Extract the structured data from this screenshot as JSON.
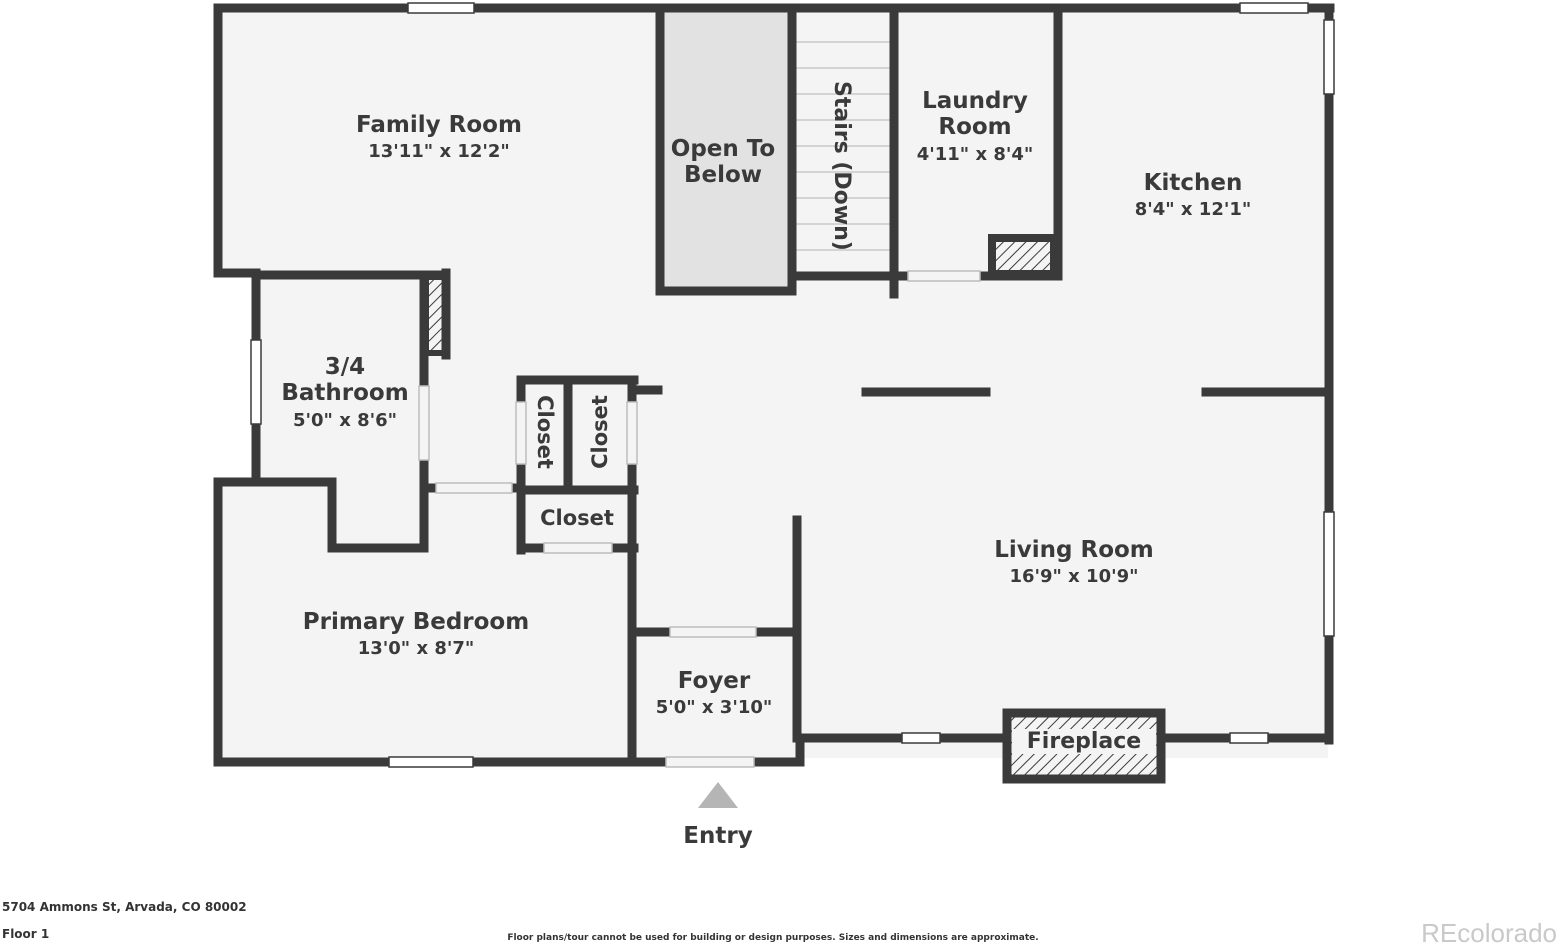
{
  "rooms": {
    "family_room": {
      "name": "Family Room",
      "dims": "13'11\" x 12'2\""
    },
    "open_to_below": {
      "name": "Open To Below"
    },
    "stairs": {
      "name": "Stairs (Down)"
    },
    "laundry_room": {
      "name": "Laundry Room",
      "dims": "4'11\" x 8'4\""
    },
    "kitchen": {
      "name": "Kitchen",
      "dims": "8'4\" x 12'1\""
    },
    "bathroom": {
      "name": "3/4 Bathroom",
      "dims": "5'0\" x 8'6\""
    },
    "closet_1": {
      "name": "Closet"
    },
    "closet_2": {
      "name": "Closet"
    },
    "closet_3": {
      "name": "Closet"
    },
    "living_room": {
      "name": "Living Room",
      "dims": "16'9\" x 10'9\""
    },
    "primary_bedroom": {
      "name": "Primary Bedroom",
      "dims": "13'0\" x 8'7\""
    },
    "foyer": {
      "name": "Foyer",
      "dims": "5'0\" x 3'10\""
    },
    "fireplace": {
      "name": "Fireplace"
    }
  },
  "entry": {
    "label": "Entry"
  },
  "footer": {
    "address": "5704 Ammons St, Arvada, CO 80002",
    "floor": "Floor 1",
    "disclaimer": "Floor plans/tour cannot be used for building or design purposes. Sizes and dimensions are approximate.",
    "brand": "REcolorado"
  },
  "colors": {
    "wall": "#3a3a3a",
    "floor": "#f4f4f4",
    "open_below": "#e2e2e2",
    "window": "#ffffff",
    "entry_arrow": "#b5b5b5"
  }
}
